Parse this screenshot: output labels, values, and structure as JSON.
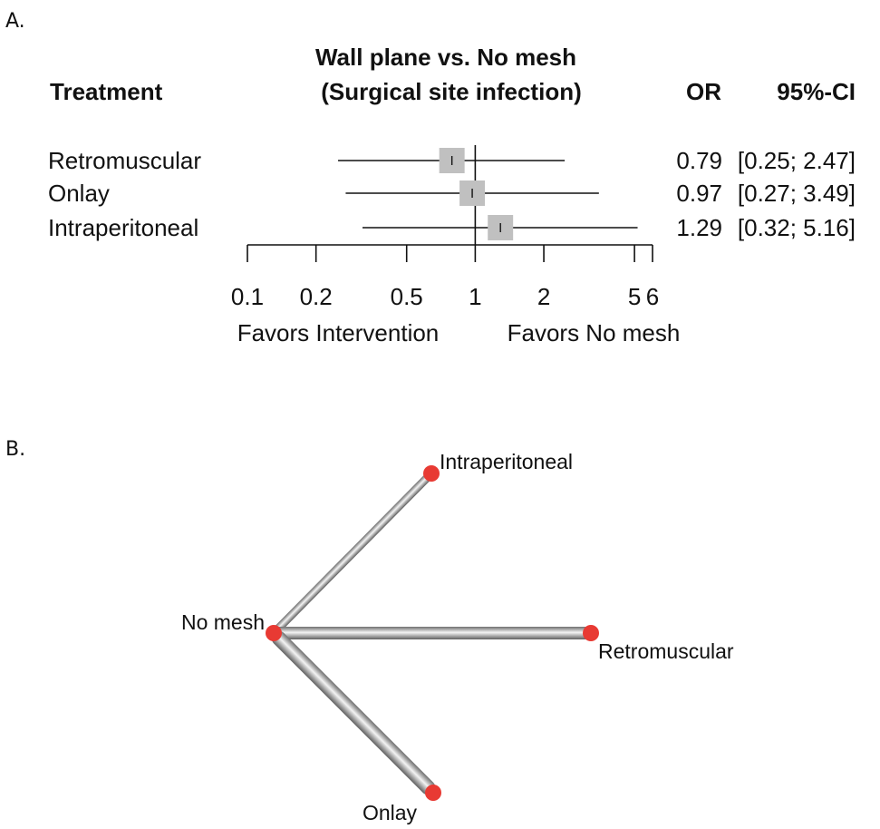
{
  "panel_a_label": "A.",
  "panel_b_label": "B.",
  "chart_data": [
    {
      "type": "forest",
      "title": [
        "Wall plane vs. No mesh",
        "(Surgical site infection)"
      ],
      "columns": {
        "treatment": "Treatment",
        "or": "OR",
        "ci": "95%-CI"
      },
      "scale": "log",
      "xlim": [
        0.1,
        6
      ],
      "reference_line": 1,
      "ticks": [
        {
          "value": 0.1,
          "label": "0.1"
        },
        {
          "value": 0.2,
          "label": "0.2"
        },
        {
          "value": 0.5,
          "label": "0.5"
        },
        {
          "value": 1,
          "label": "1"
        },
        {
          "value": 2,
          "label": "2"
        },
        {
          "value": 5,
          "label": "5"
        },
        {
          "value": 6,
          "label": "6"
        }
      ],
      "favors_left": "Favors Intervention",
      "favors_right": "Favors No mesh",
      "rows": [
        {
          "name": "Retromuscular",
          "or": 0.79,
          "lower": 0.25,
          "upper": 2.47,
          "or_text": "0.79",
          "ci_text": "[0.25; 2.47]"
        },
        {
          "name": "Onlay",
          "or": 0.97,
          "lower": 0.27,
          "upper": 3.49,
          "or_text": "0.97",
          "ci_text": "[0.27; 3.49]"
        },
        {
          "name": "Intraperitoneal",
          "or": 1.29,
          "lower": 0.32,
          "upper": 5.16,
          "or_text": "1.29",
          "ci_text": "[0.32; 5.16]"
        }
      ],
      "colors": {
        "box": "#c0c0c0",
        "line": "#111111"
      }
    },
    {
      "type": "network",
      "nodes": [
        "No mesh",
        "Intraperitoneal",
        "Retromuscular",
        "Onlay"
      ],
      "edges": [
        {
          "from": "No mesh",
          "to": "Intraperitoneal"
        },
        {
          "from": "No mesh",
          "to": "Retromuscular"
        },
        {
          "from": "No mesh",
          "to": "Onlay"
        }
      ],
      "colors": {
        "node": "#e83a33",
        "edge": "#b8b8b8"
      }
    }
  ]
}
